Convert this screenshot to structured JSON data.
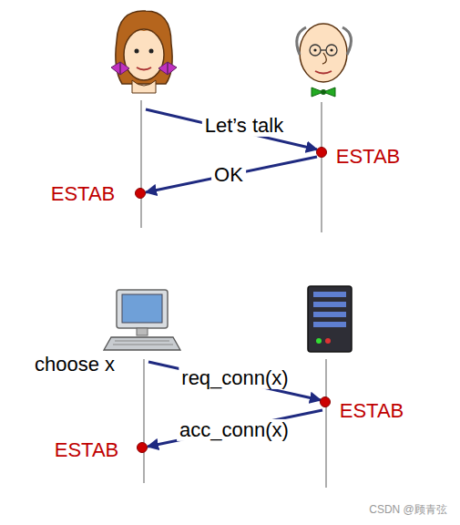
{
  "diagram": {
    "labels": [
      "Let’s talk",
      "ESTAB",
      "OK",
      "ESTAB",
      "choose x",
      "req_conn(x)",
      "ESTAB",
      "acc_conn(x)",
      "ESTAB",
      "CSDN @顾青弦"
    ]
  }
}
